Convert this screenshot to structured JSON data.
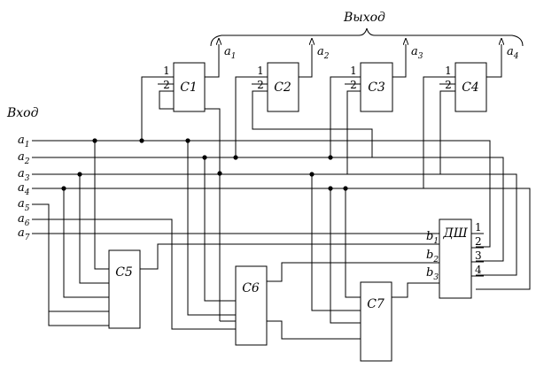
{
  "labels": {
    "input_title": "Вход",
    "output_title": "Выход"
  },
  "inputs": [
    {
      "id": "a1",
      "main": "a",
      "sub": "1"
    },
    {
      "id": "a2",
      "main": "a",
      "sub": "2"
    },
    {
      "id": "a3",
      "main": "a",
      "sub": "3"
    },
    {
      "id": "a4",
      "main": "a",
      "sub": "4"
    },
    {
      "id": "a5",
      "main": "a",
      "sub": "5"
    },
    {
      "id": "a6",
      "main": "a",
      "sub": "6"
    },
    {
      "id": "a7",
      "main": "a",
      "sub": "7"
    }
  ],
  "outputs": [
    {
      "id": "a1",
      "main": "a",
      "sub": "1"
    },
    {
      "id": "a2",
      "main": "a",
      "sub": "2"
    },
    {
      "id": "a3",
      "main": "a",
      "sub": "3"
    },
    {
      "id": "a4",
      "main": "a",
      "sub": "4"
    }
  ],
  "blocks": [
    {
      "id": "C1",
      "label": "C1",
      "pins": [
        "1",
        "2"
      ]
    },
    {
      "id": "C2",
      "label": "C2",
      "pins": [
        "1",
        "2"
      ]
    },
    {
      "id": "C3",
      "label": "C3",
      "pins": [
        "1",
        "2"
      ]
    },
    {
      "id": "C4",
      "label": "C4",
      "pins": [
        "1",
        "2"
      ]
    },
    {
      "id": "C5",
      "label": "C5",
      "pins": []
    },
    {
      "id": "C6",
      "label": "C6",
      "pins": []
    },
    {
      "id": "C7",
      "label": "C7",
      "pins": []
    }
  ],
  "decoder": {
    "label": "ДШ",
    "inputs": [
      {
        "main": "b",
        "sub": "1"
      },
      {
        "main": "b",
        "sub": "2"
      },
      {
        "main": "b",
        "sub": "3"
      }
    ],
    "outputs": [
      "1",
      "2",
      "3",
      "4"
    ]
  }
}
